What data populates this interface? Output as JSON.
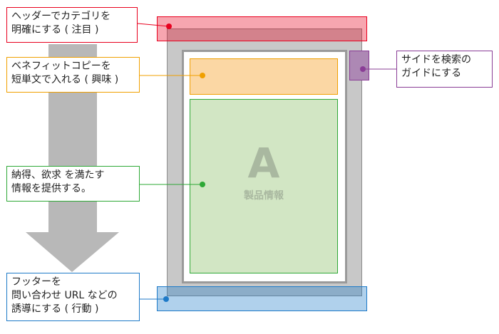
{
  "colors": {
    "header": "#e8001e",
    "benefit": "#f0a000",
    "content": "#2ea836",
    "side": "#8a3d96",
    "footer": "#1e7ac8",
    "arrow": "#b8b8b8",
    "page": "#c8c8c8"
  },
  "placeholder": {
    "letter": "A",
    "caption": "製品情報"
  },
  "labels": {
    "header": {
      "line1": "ヘッダーでカテゴリを",
      "line2": "明確にする ( 注目 )"
    },
    "benefit": {
      "line1": "ベネフィットコピーを",
      "line2": "短単文で入れる ( 興味 )"
    },
    "content": {
      "line1": "納得、欲求 を満たす",
      "line2": "情報を提供する。"
    },
    "footer": {
      "line1": "フッターを",
      "line2": "問い合わせ URL などの",
      "line3": "誘導にする ( 行動 )"
    },
    "side": {
      "line1": "サイドを検索の",
      "line2": "ガイドにする"
    }
  }
}
